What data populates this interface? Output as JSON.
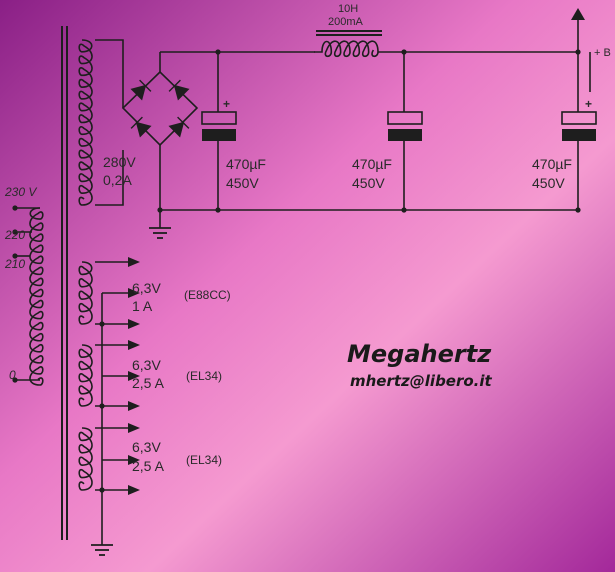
{
  "primary": {
    "taps": [
      "230 V",
      "220",
      "210",
      "0"
    ],
    "secondary_hv": {
      "voltage": "280V",
      "current": "0,2A"
    }
  },
  "filter": {
    "choke": {
      "inductance": "10H",
      "current": "200mA"
    },
    "output_label": "+ B",
    "capacitors": [
      {
        "value": "470µF",
        "voltage": "450V",
        "polarity": "+"
      },
      {
        "value": "470µF",
        "voltage": "450V",
        "polarity": ""
      },
      {
        "value": "470µF",
        "voltage": "450V",
        "polarity": "+"
      }
    ]
  },
  "heaters": [
    {
      "voltage": "6,3V",
      "current": "1 A",
      "tube": "(E88CC)"
    },
    {
      "voltage": "6,3V",
      "current": "2,5 A",
      "tube": "(EL34)"
    },
    {
      "voltage": "6,3V",
      "current": "2,5 A",
      "tube": "(EL34)"
    }
  ],
  "brand": {
    "name": "Megahertz",
    "email": "mhertz@libero.it"
  },
  "colors": {
    "background_dark": "#8a1f86",
    "background_light": "#f59ad0",
    "wire": "#1e1e1e"
  }
}
